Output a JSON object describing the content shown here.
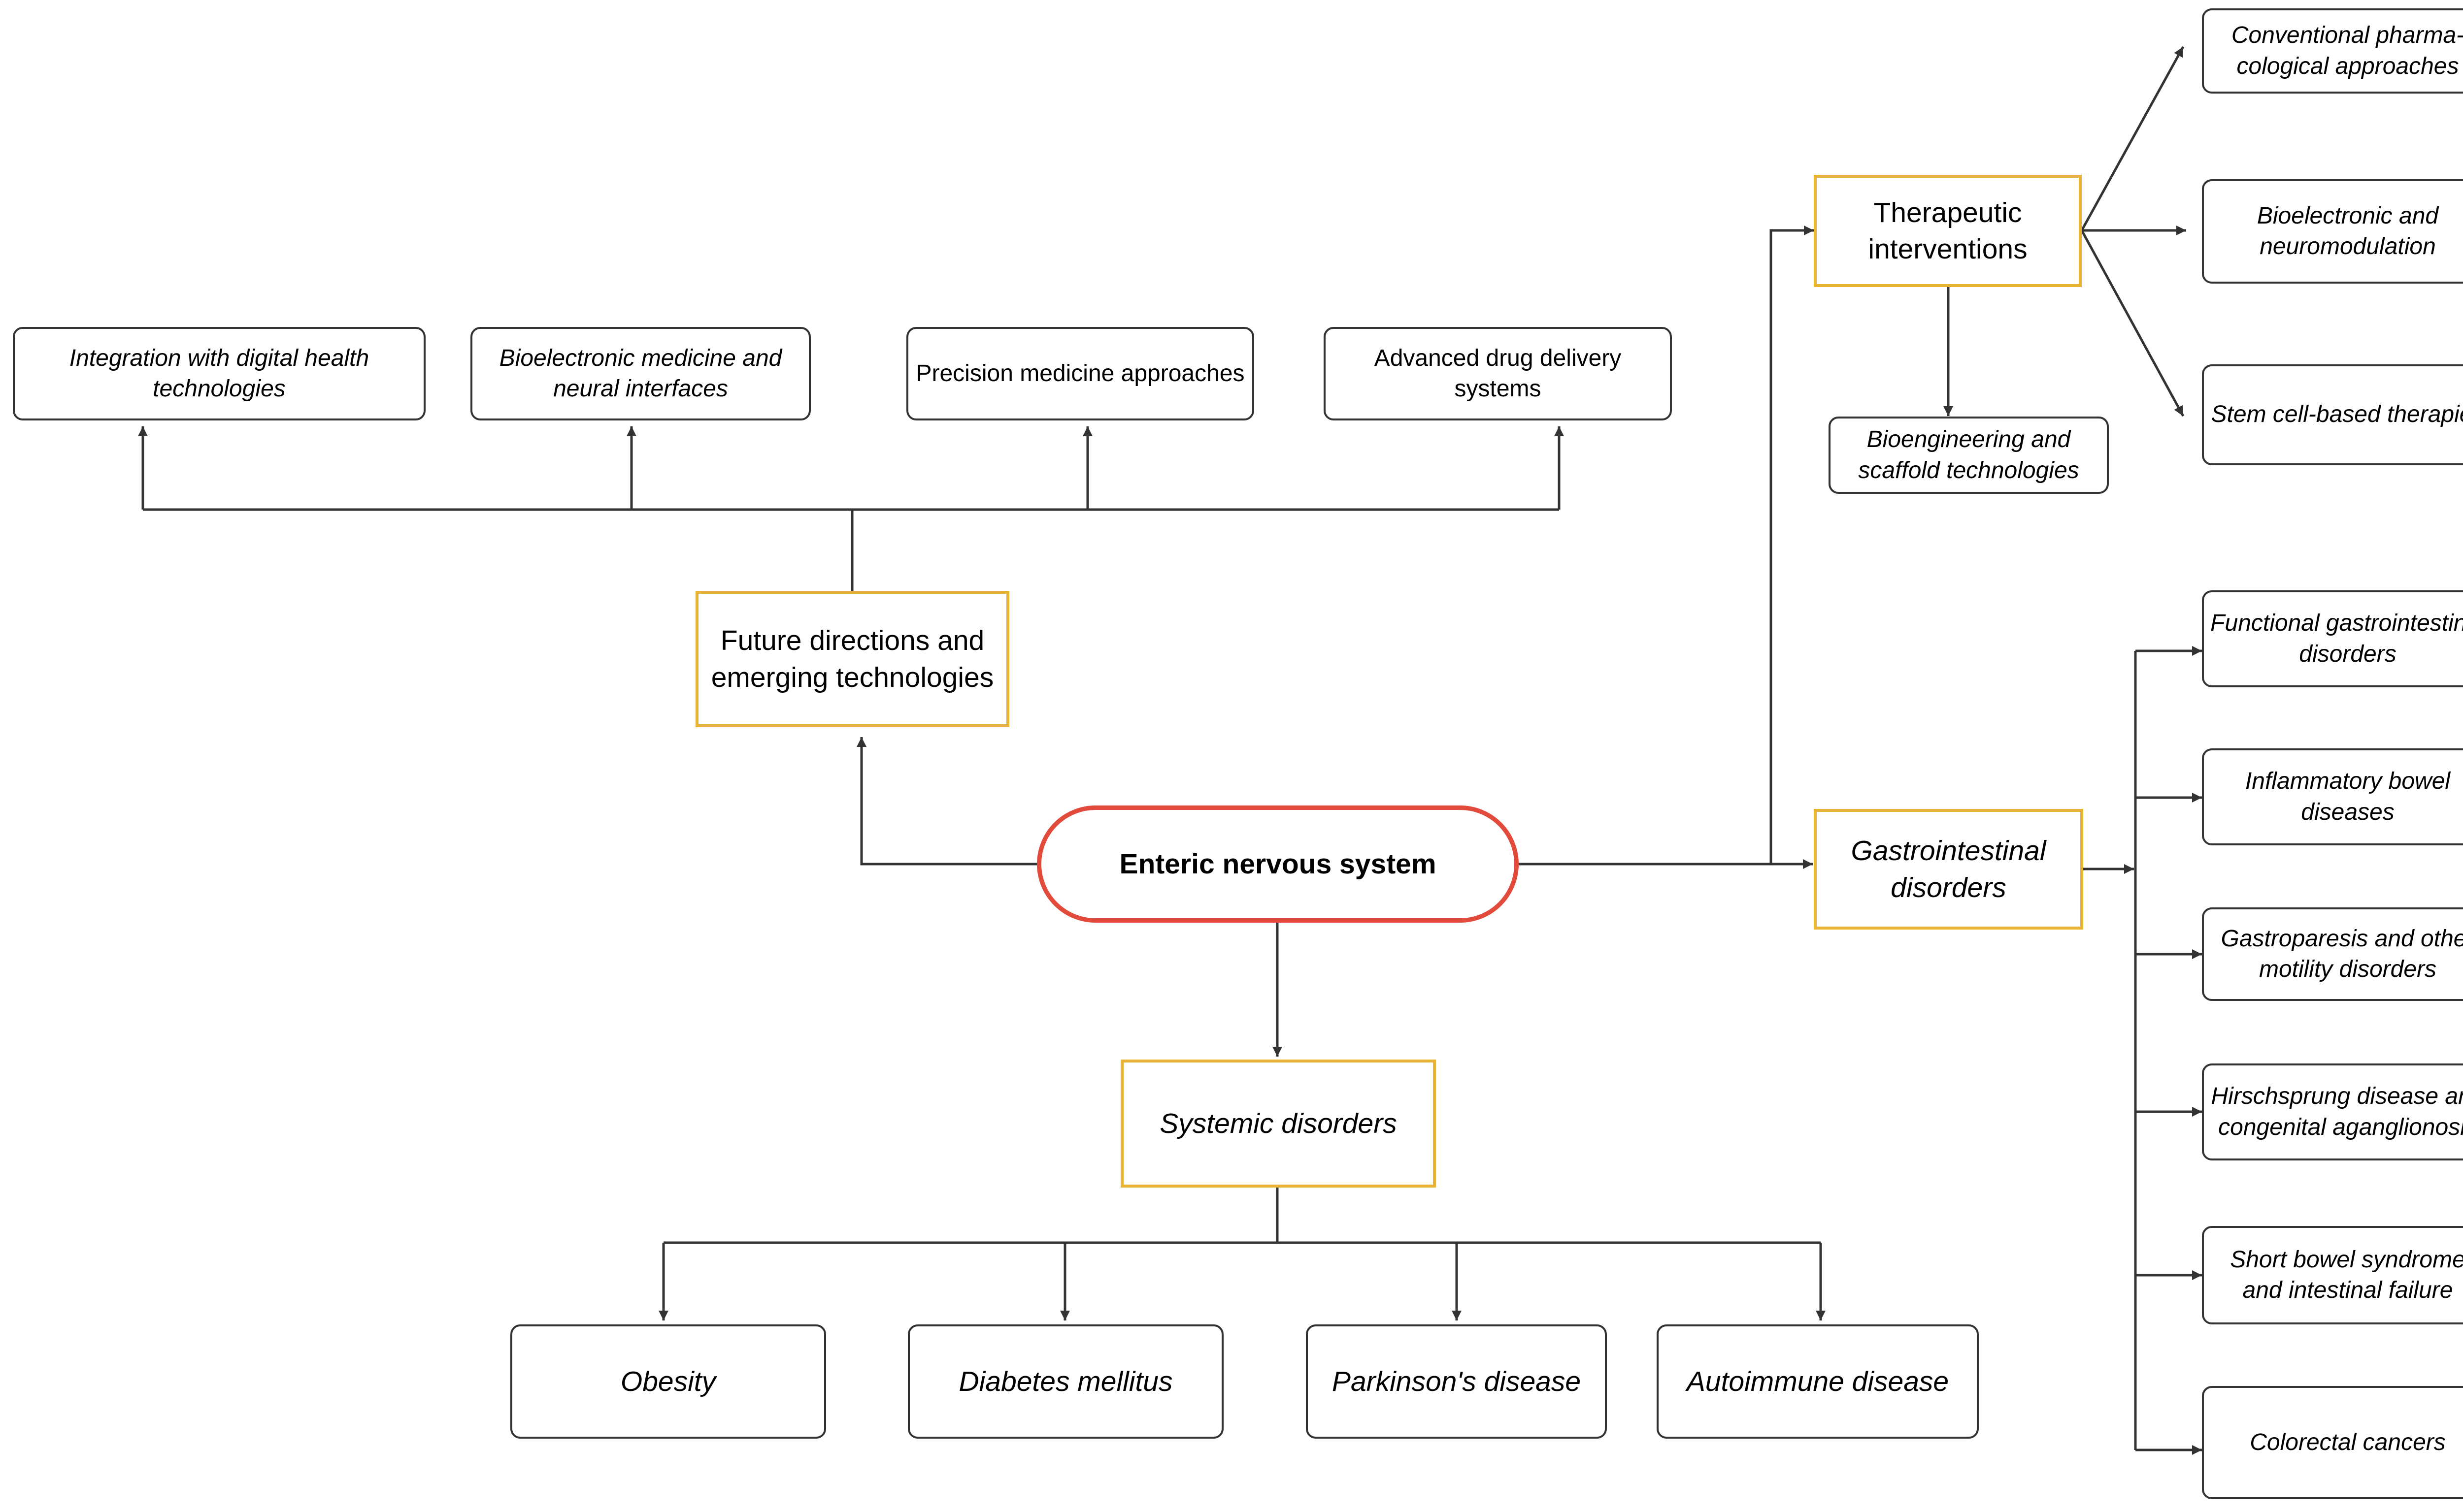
{
  "colors": {
    "root_border": "#e24b3c",
    "hub_border": "#e8b233",
    "leaf_border": "#333333",
    "line": "#333333"
  },
  "root": "Enteric nervous system",
  "future": {
    "label": "Future directions and emerging technologies",
    "children": [
      "Integration with digital health technologies",
      "Bioelectronic medicine and neural interfaces",
      "Precision medicine approaches",
      "Advanced drug delivery systems"
    ]
  },
  "therapeutic": {
    "label": "Therapeutic interventions",
    "children": [
      "Conventional pharma-cological approaches",
      "Bioelectronic and neuromodulation",
      "Stem cell-based therapies",
      "Bioengineering and scaffold technologies"
    ]
  },
  "gi": {
    "label": "Gastrointestinal disorders",
    "children": [
      "Functional gastrointestinal disorders",
      "Inflammatory bowel diseases",
      "Gastroparesis and other motility disorders",
      "Hirschsprung disease and congenital aganglionosis",
      "Short bowel syndrome and intestinal failure",
      "Colorectal cancers"
    ]
  },
  "systemic": {
    "label": "Systemic disorders",
    "children": [
      "Obesity",
      "Diabetes mellitus",
      "Parkinson's disease",
      "Autoimmune disease"
    ]
  }
}
